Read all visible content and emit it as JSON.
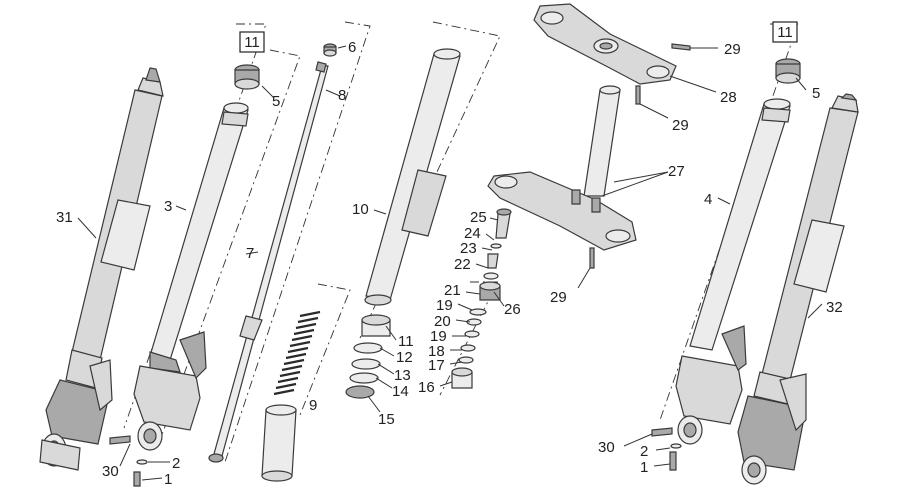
{
  "diagram": {
    "part_numbers": {
      "box_left": "11",
      "box_right": "11",
      "p1_left": "1",
      "p1_right": "1",
      "p2_left": "2",
      "p2_right": "2",
      "p3": "3",
      "p4": "4",
      "p5_left": "5",
      "p5_right": "5",
      "p6": "6",
      "p7": "7",
      "p8": "8",
      "p9": "9",
      "p10": "10",
      "p11": "11",
      "p12": "12",
      "p13": "13",
      "p14": "14",
      "p15": "15",
      "p16": "16",
      "p17": "17",
      "p18": "18",
      "p19a": "19",
      "p19b": "19",
      "p20": "20",
      "p21": "21",
      "p22": "22",
      "p23": "23",
      "p24": "24",
      "p25": "25",
      "p26": "26",
      "p27": "27",
      "p28": "28",
      "p29a": "29",
      "p29b": "29",
      "p29c": "29",
      "p30_left": "30",
      "p30_right": "30",
      "p31": "31",
      "p32": "32"
    }
  }
}
